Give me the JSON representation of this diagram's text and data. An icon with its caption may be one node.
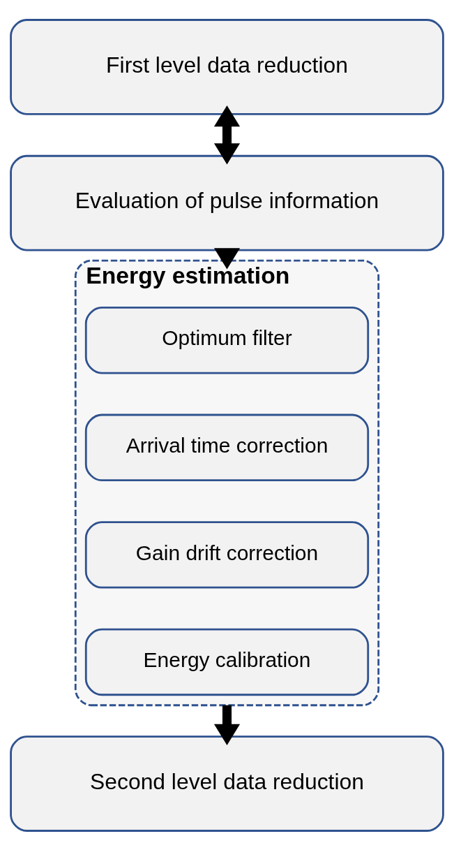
{
  "diagram": {
    "nodes": [
      {
        "text": [
          "First level data reduction"
        ]
      },
      {
        "text": [
          "Evaluation of pulse information"
        ]
      },
      {
        "text": [
          "Energy estimation"
        ]
      },
      {
        "text": [
          "Optimum filter"
        ],
        "in": 2
      },
      {
        "text": [
          "Arrival time correction"
        ],
        "in": 2
      },
      {
        "text": [
          "Gain drift correction"
        ],
        "in": 2
      },
      {
        "text": [
          "Energy calibration"
        ],
        "in": 2
      },
      {
        "text": [
          "Second level data reduction"
        ]
      }
    ],
    "edges": [
      {
        "from": 0,
        "to": 1,
        "arrow": "both"
      },
      {
        "from": 1,
        "to": 2,
        "arrow": "to"
      },
      {
        "from": 2,
        "to": 7,
        "arrow": "to"
      }
    ]
  }
}
